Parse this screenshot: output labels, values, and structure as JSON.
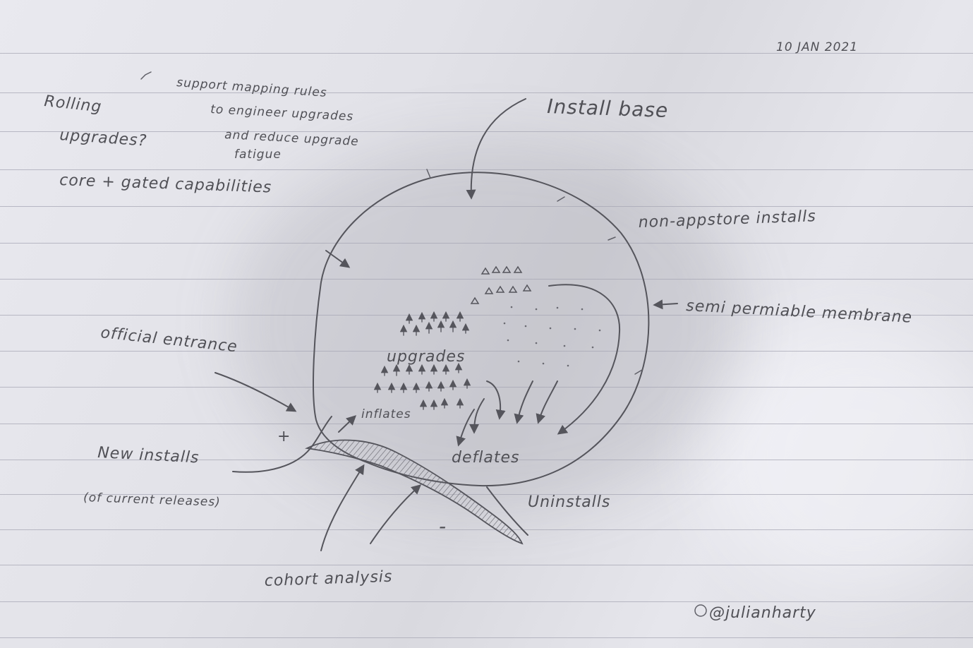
{
  "date": "10 JAN 2021",
  "notes": {
    "support_line1": "support mapping rules",
    "support_line2": "to engineer upgrades",
    "support_line3": "and reduce upgrade",
    "support_line4": "fatigue",
    "rolling_1": "Rolling",
    "rolling_2": "upgrades?",
    "core_gated": "core + gated capabilities"
  },
  "labels": {
    "install_base": "Install base",
    "non_appstore": "non-appstore installs",
    "membrane": "semi permiable membrane",
    "official_entrance": "official entrance",
    "upgrades": "upgrades",
    "inflates": "inflates",
    "deflates": "deflates",
    "new_installs": "New installs",
    "current_releases": "(of current releases)",
    "uninstalls": "Uninstalls",
    "cohort_analysis": "cohort analysis",
    "plus": "+",
    "minus": "-",
    "author": "@julianharty"
  }
}
